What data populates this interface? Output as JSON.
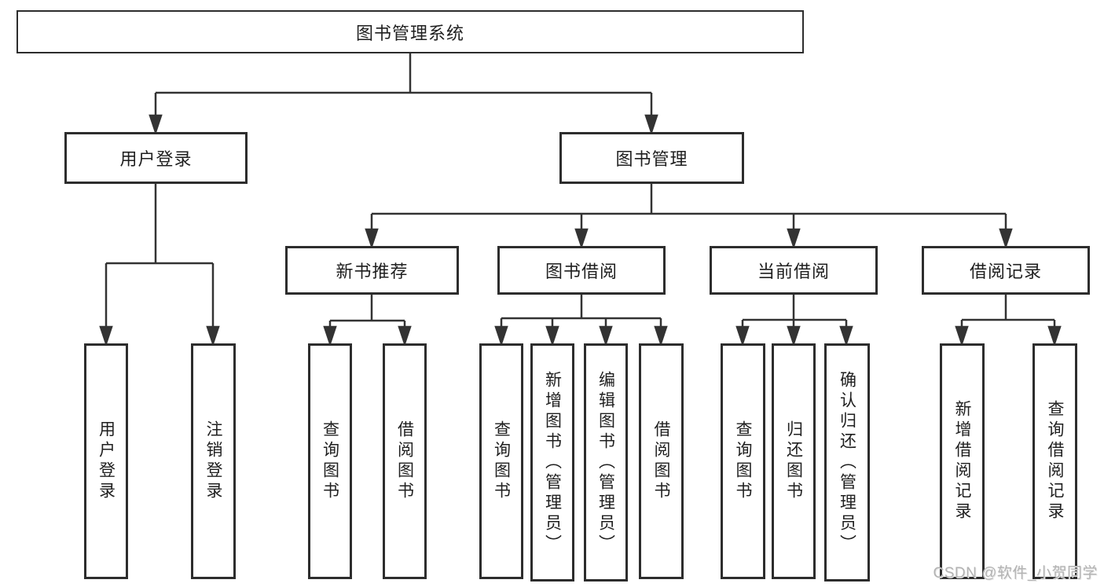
{
  "diagram_title": "图书管理系统",
  "tree": {
    "label": "图书管理系统",
    "children": [
      {
        "label": "用户登录",
        "children": [
          {
            "label": "用户登录"
          },
          {
            "label": "注销登录"
          }
        ]
      },
      {
        "label": "图书管理",
        "children": [
          {
            "label": "新书推荐",
            "children": [
              {
                "label": "查询图书"
              },
              {
                "label": "借阅图书"
              }
            ]
          },
          {
            "label": "图书借阅",
            "children": [
              {
                "label": "查询图书"
              },
              {
                "label": "新增图书（管理员）"
              },
              {
                "label": "编辑图书（管理员）"
              },
              {
                "label": "借阅图书"
              }
            ]
          },
          {
            "label": "当前借阅",
            "children": [
              {
                "label": "查询图书"
              },
              {
                "label": "归还图书"
              },
              {
                "label": "确认归还（管理员）"
              }
            ]
          },
          {
            "label": "借阅记录",
            "children": [
              {
                "label": "新增借阅记录"
              },
              {
                "label": "查询借阅记录"
              }
            ]
          }
        ]
      }
    ]
  },
  "watermark": {
    "text": "CSDN @软件_小贺同学"
  },
  "colors": {
    "line": "#333333",
    "box_border": "#2d2d2d",
    "text": "#1f1f1f",
    "watermark": "#b3b3b3",
    "background": "#ffffff"
  }
}
